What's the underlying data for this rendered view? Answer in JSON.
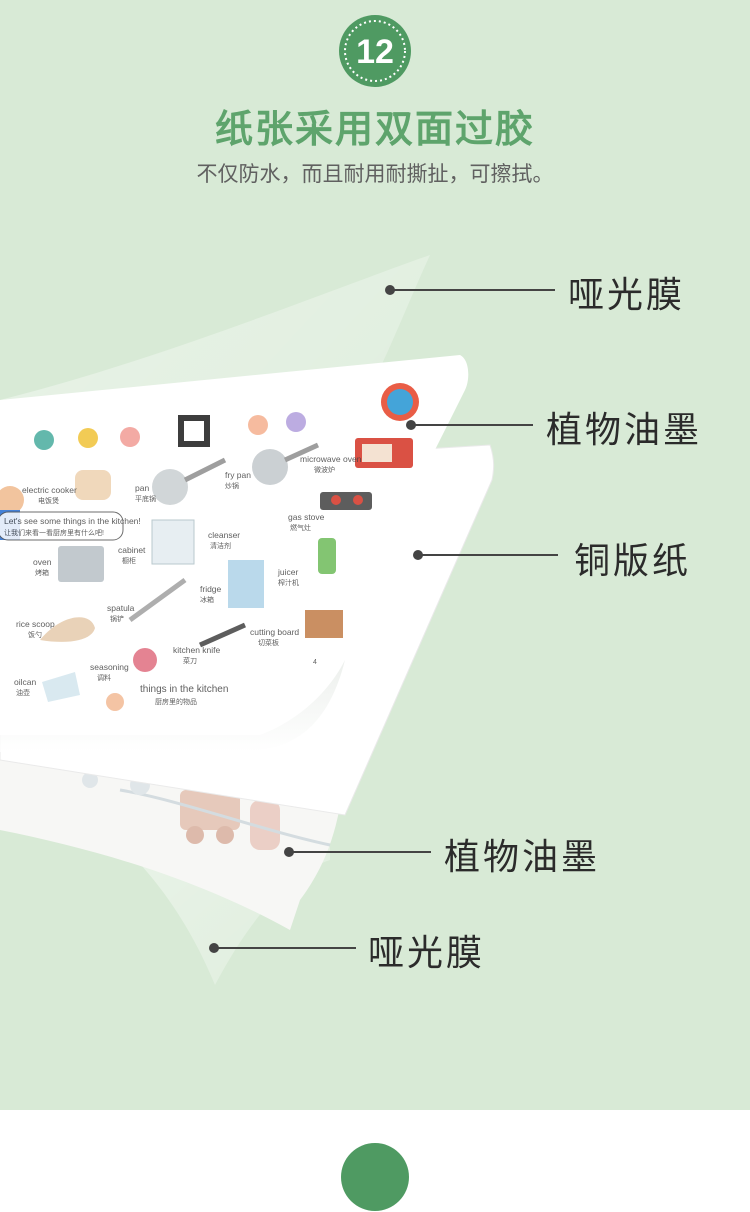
{
  "header": {
    "number": "12",
    "title": "纸张采用双面过胶",
    "subtitle": "不仅防水，而且耐用耐撕扯，可擦拭。"
  },
  "layers": [
    {
      "label": "哑光膜"
    },
    {
      "label": "植物油墨"
    },
    {
      "label": "铜版纸"
    },
    {
      "label": "植物油墨"
    },
    {
      "label": "哑光膜"
    }
  ],
  "book_page": {
    "speech": "Let's see some things in the kitchen!",
    "speech_cn": "让我们来看一看厨房里有什么吧!",
    "title": "things in the kitchen",
    "title_cn": "厨房里的物品",
    "items": [
      {
        "en": "electric cooker",
        "cn": "电饭煲"
      },
      {
        "en": "pan",
        "cn": "平底锅"
      },
      {
        "en": "fry pan",
        "cn": "炒锅"
      },
      {
        "en": "microwave oven",
        "cn": "微波炉"
      },
      {
        "en": "gas stove",
        "cn": "燃气灶"
      },
      {
        "en": "oven",
        "cn": "烤箱"
      },
      {
        "en": "cabinet",
        "cn": "橱柜"
      },
      {
        "en": "cleanser",
        "cn": "清洁剂"
      },
      {
        "en": "juicer",
        "cn": "榨汁机"
      },
      {
        "en": "rice scoop",
        "cn": "饭勺"
      },
      {
        "en": "spatula",
        "cn": "锅铲"
      },
      {
        "en": "fridge",
        "cn": "冰箱"
      },
      {
        "en": "cutting board",
        "cn": "切菜板"
      },
      {
        "en": "kitchen knife",
        "cn": "菜刀"
      },
      {
        "en": "seasoning",
        "cn": "调料"
      },
      {
        "en": "oilcan",
        "cn": "油壶"
      }
    ],
    "page_number": "4"
  },
  "colors": {
    "panel": "#d8ead6",
    "accent": "#5ea46c",
    "badge": "#4f9a62"
  }
}
